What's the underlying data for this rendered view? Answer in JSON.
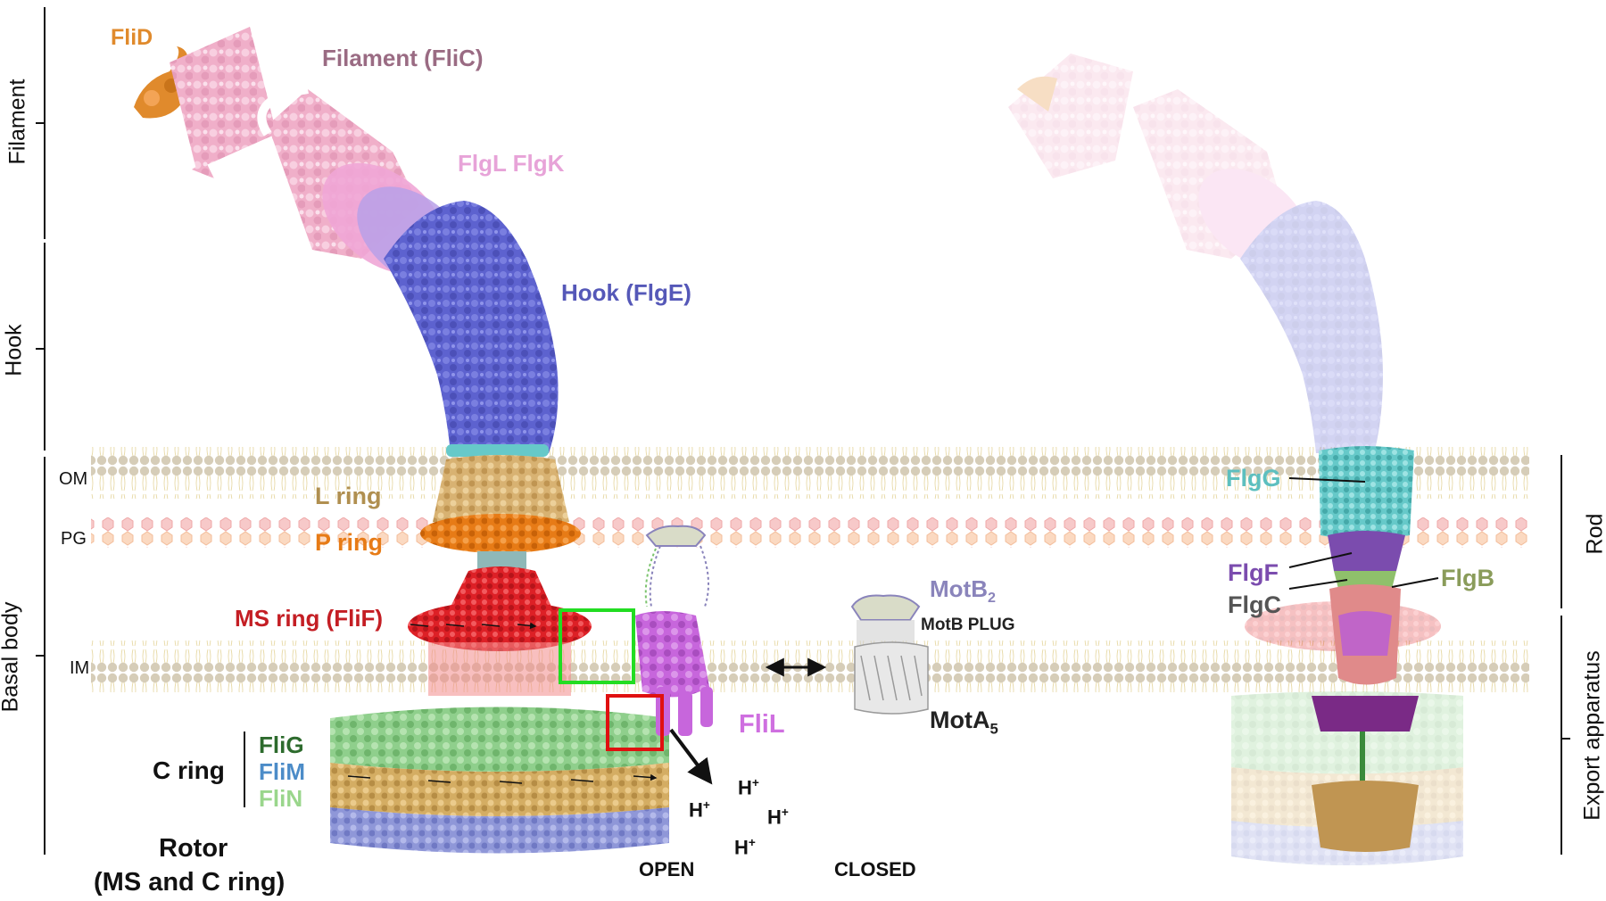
{
  "side_labels": {
    "filament": "Filament",
    "hook": "Hook",
    "basal_body": "Basal body",
    "rod": "Rod",
    "export_apparatus": "Export  apparatus"
  },
  "membranes": {
    "om": "OM",
    "pg": "PG",
    "im": "IM"
  },
  "components": {
    "flid": "FliD",
    "filament_flic": "Filament (FliC)",
    "flgl_flgk": "FlgL FlgK",
    "hook_flge": "Hook (FlgE)",
    "l_ring": "L ring",
    "p_ring": "P ring",
    "ms_ring": "MS ring (FliF)",
    "c_ring": "C ring",
    "flig": "FliG",
    "flim": "FliM",
    "flin": "FliN",
    "rotor_line1": "Rotor",
    "rotor_line2": "(MS and C ring)",
    "flil": "FliL",
    "motb2_base": "MotB",
    "motb2_sub": "2",
    "motb_plug": "MotB PLUG",
    "mota5_base": "MotA",
    "mota5_sub": "5",
    "open": "OPEN",
    "closed": "CLOSED",
    "proton_base": "H",
    "proton_sup": "+",
    "flgg": "FlgG",
    "flgf": "FlgF",
    "flgc": "FlgC",
    "flgb": "FlgB"
  },
  "colors": {
    "flid": "#e08a2c",
    "filament": "#f2b3cc",
    "filament_text": "#9a6b83",
    "flgl_flgk": "#e7a3d8",
    "hook": "#6166d1",
    "hook_text": "#5558b8",
    "l_ring": "#d9b475",
    "l_ring_text": "#b08f50",
    "p_ring": "#e77b16",
    "ms_ring": "#e1262a",
    "ms_ring_text": "#c41e24",
    "flig": "#2d6b2d",
    "flig_fill": "#8fcf8c",
    "flim": "#4c8cc8",
    "flin": "#9ad68c",
    "flil": "#cf6fe0",
    "motb": "#8a84bb",
    "mota": "#222222",
    "flgg": "#5dbfbf",
    "flgf": "#7b4cae",
    "flgc": "#555555",
    "flgb": "#8a9c5a",
    "open_box": "#22dd22",
    "closed_box": "#e01010",
    "membrane_head": "#d6cdb8"
  }
}
